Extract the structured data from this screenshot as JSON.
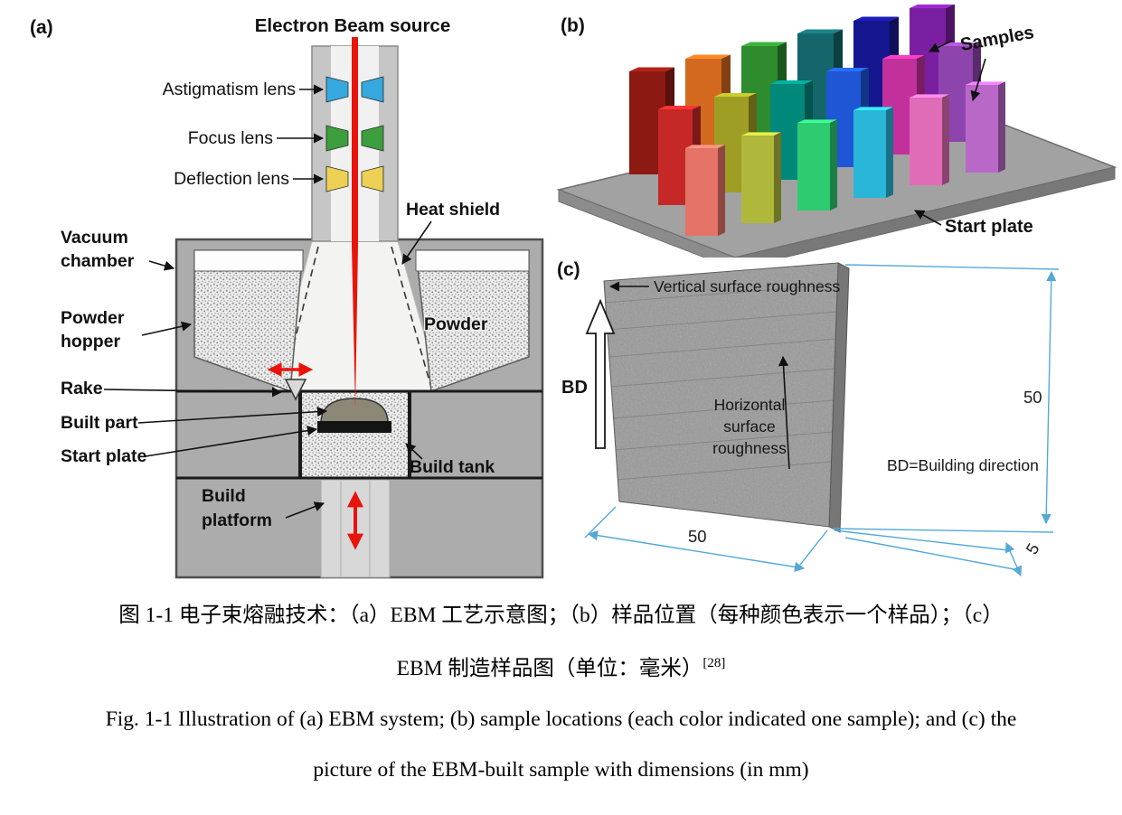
{
  "figure": {
    "panel_a": {
      "tag": "(a)",
      "title": "Electron Beam source",
      "labels": {
        "astigmatism_lens": "Astigmatism lens",
        "focus_lens": "Focus lens",
        "deflection_lens": "Deflection lens",
        "heat_shield": "Heat shield",
        "vacuum_chamber": [
          "Vacuum",
          "chamber"
        ],
        "powder_hopper": [
          "Powder",
          "hopper"
        ],
        "powder": "Powder",
        "rake": "Rake",
        "built_part": "Built part",
        "start_plate": "Start plate",
        "build_platform": [
          "Build",
          "platform"
        ],
        "build_tank": "Build tank"
      },
      "colors": {
        "beam": "#E8140C",
        "astigmatism_lens": "#35A8DE",
        "focus_lens": "#3D9E3D",
        "deflection_lens": "#EDD054"
      }
    },
    "panel_b": {
      "tag": "(b)",
      "labels": {
        "samples": "Samples",
        "start_plate": "Start plate"
      },
      "sample_rows": [
        [
          "#8C1A12",
          "#D2691E",
          "#2E8B2E",
          "#14666B",
          "#16168F",
          "#7B1FA2"
        ],
        [
          "#C62828",
          "#9E9D24",
          "#00897B",
          "#1E56D6",
          "#C2309B",
          "#8E44AD"
        ],
        [
          "#E57368",
          "#AFB83B",
          "#2ECC71",
          "#29B6D8",
          "#E06CB8",
          "#BA68C8"
        ]
      ]
    },
    "panel_c": {
      "tag": "(c)",
      "labels": {
        "vertical_roughness": "Vertical surface roughness",
        "bd": "BD",
        "horizontal_roughness": [
          "Horizontal",
          "surface",
          "roughness"
        ],
        "bd_legend": "BD=Building direction"
      },
      "dimensions": {
        "side_height": "50",
        "bottom_width": "50",
        "thickness": "5"
      },
      "dimension_color": "#55A8D8"
    },
    "caption": {
      "zh_line1": "图 1-1 电子束熔融技术：（a）EBM 工艺示意图；（b）样品位置（每种颜色表示一个样品）；（c）",
      "zh_line2": "EBM 制造样品图（单位：毫米）",
      "zh_ref": "[28]",
      "en_line1": "Fig. 1-1 Illustration of (a) EBM system; (b) sample locations (each color indicated one sample); and (c) the",
      "en_line2": "picture of the EBM-built sample with dimensions (in mm)"
    }
  }
}
